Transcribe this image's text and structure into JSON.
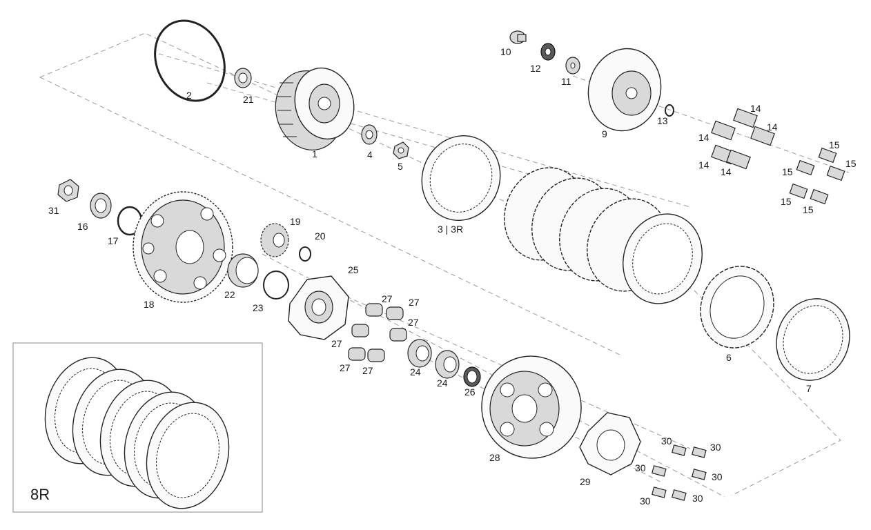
{
  "labels": {
    "p1": "1",
    "p2": "2",
    "p3": "3 | 3R",
    "p4": "4",
    "p5": "5",
    "p6": "6",
    "p7": "7",
    "p8r": "8R",
    "p9": "9",
    "p10": "10",
    "p11": "11",
    "p12": "12",
    "p13": "13",
    "p14": "14",
    "p15": "15",
    "p16": "16",
    "p17": "17",
    "p18": "18",
    "p19": "19",
    "p20": "20",
    "p21": "21",
    "p22": "22",
    "p23": "23",
    "p24": "24",
    "p25": "25",
    "p26": "26",
    "p27": "27",
    "p28": "28",
    "p29": "29",
    "p30": "30",
    "p31": "31"
  },
  "colors": {
    "line": "#222222",
    "dash": "#9a9a9a",
    "fill": "#fafafa",
    "shade": "#d9d9d9"
  }
}
